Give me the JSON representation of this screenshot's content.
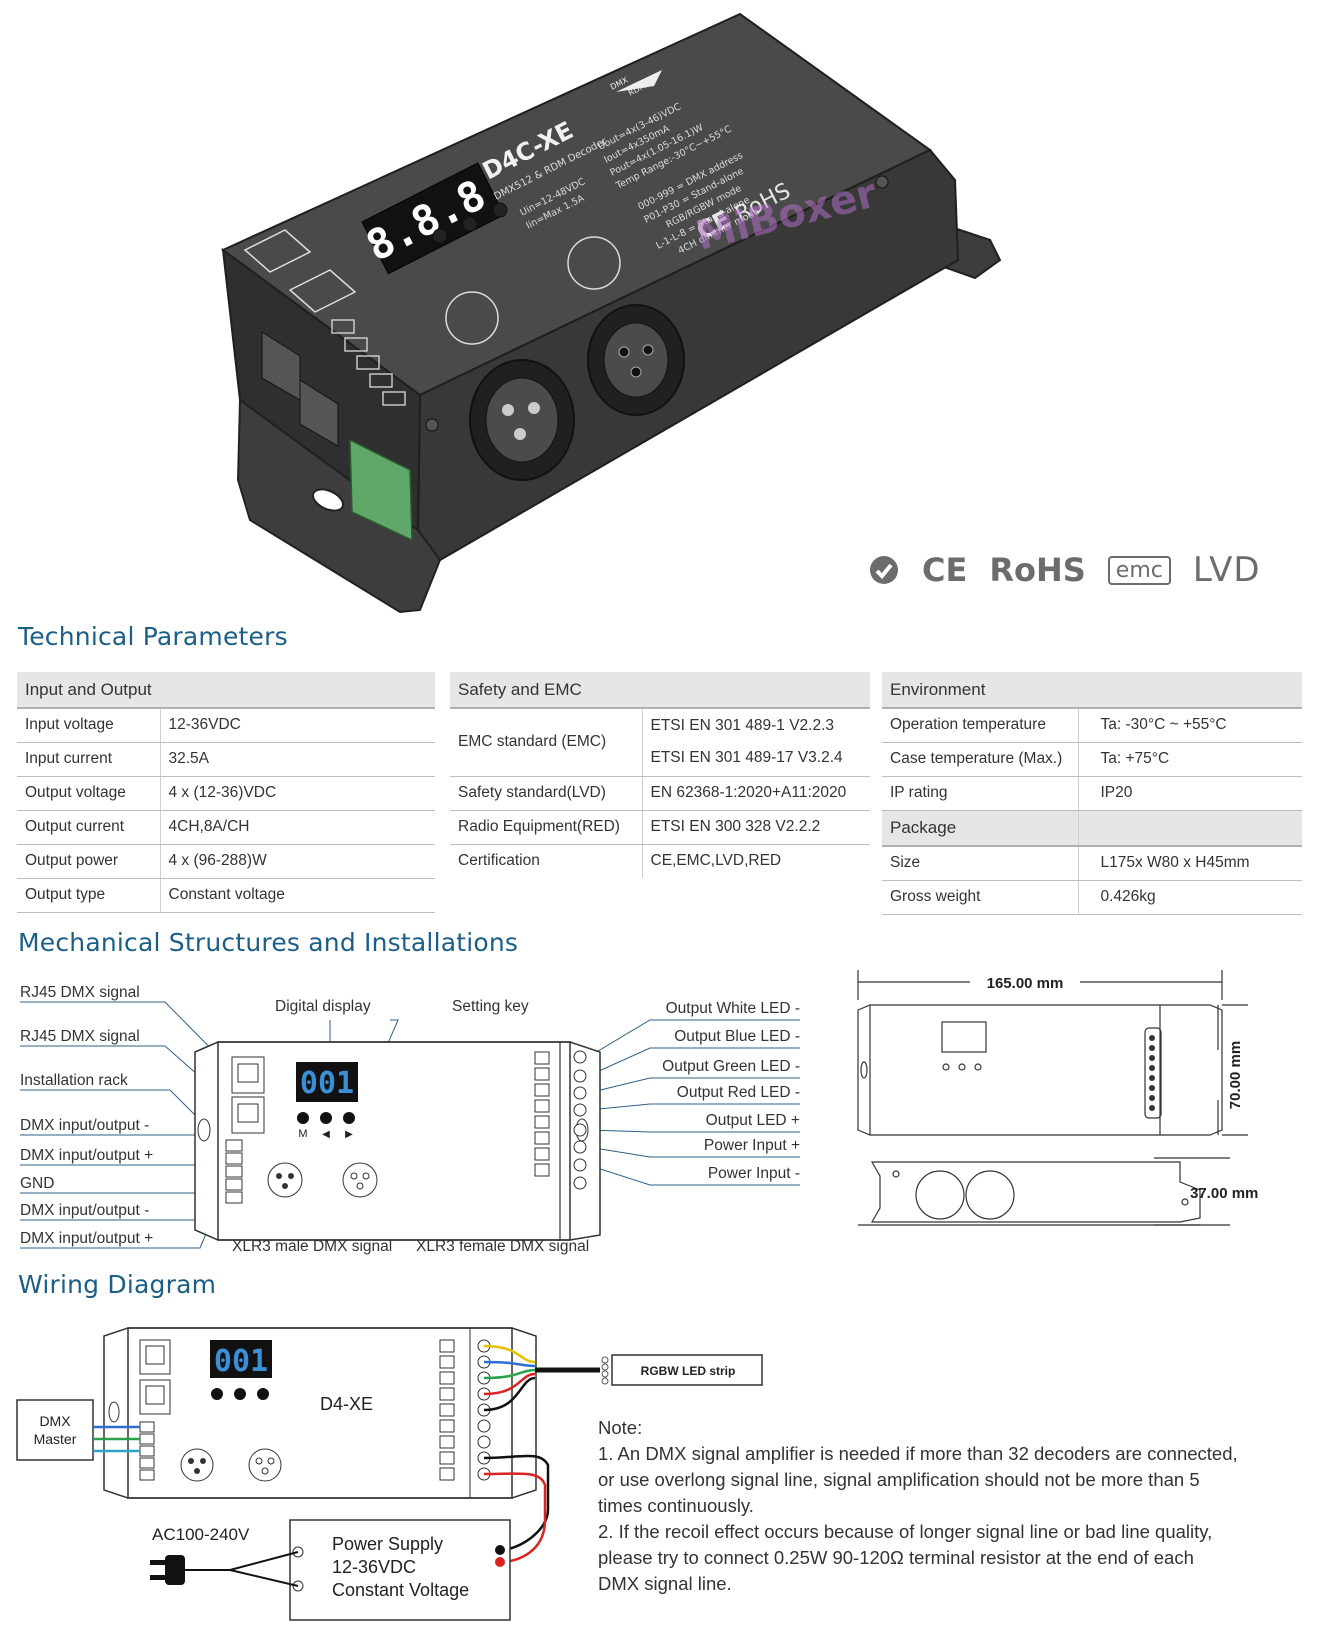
{
  "product": {
    "model": "D4C-XE",
    "subtitle": "DMX512 & RDM Decoder",
    "display": "8.8.8",
    "badge_dmx": "DMX",
    "badge_rdm": "RDM",
    "brand_watermark": "MiBoxer",
    "rohs": "RoHS",
    "specs_left": [
      "Uin=12-48VDC",
      "Iin=Max 1.5A"
    ],
    "specs_right": [
      "Uout=4x(3-46)VDC",
      "Iout=4x350mA",
      "Pout=4x(1.05-16.1)W",
      "Temp Range:-30°C~+55°C"
    ],
    "modes": [
      "000-999 = DMX address",
      "P01-P30 = Stand-alone",
      "RGB/RGBW mode",
      "L-1-L-8 = Stand-alone",
      "4CH dimmer mode"
    ]
  },
  "cert_logos": {
    "ce": "CE",
    "rohs": "RoHS",
    "emc": "emc",
    "lvd": "LVD"
  },
  "technical": {
    "title": "Technical Parameters",
    "input_output": {
      "header": "Input and Output",
      "rows": [
        [
          "Input voltage",
          "12-36VDC"
        ],
        [
          "Input current",
          "32.5A"
        ],
        [
          "Output voltage",
          "4 x (12-36)VDC"
        ],
        [
          "Output current",
          "4CH,8A/CH"
        ],
        [
          "Output power",
          "4 x (96-288)W"
        ],
        [
          "Output type",
          "Constant voltage"
        ]
      ]
    },
    "safety": {
      "header": "Safety and EMC",
      "emc_label": "EMC standard (EMC)",
      "emc_values": [
        "ETSI EN 301 489-1 V2.2.3",
        "ETSI EN 301 489-17 V3.2.4"
      ],
      "rows": [
        [
          "Safety standard(LVD)",
          "EN 62368-1:2020+A11:2020"
        ],
        [
          "Radio Equipment(RED)",
          "ETSI EN 300 328 V2.2.2"
        ],
        [
          "Certification",
          "CE,EMC,LVD,RED"
        ]
      ]
    },
    "environment": {
      "header": "Environment",
      "rows": [
        [
          "Operation temperature",
          "Ta: -30°C ~ +55°C"
        ],
        [
          "Case temperature (Max.)",
          "Ta: +75°C"
        ],
        [
          "IP rating",
          "IP20"
        ]
      ]
    },
    "package": {
      "header": "Package",
      "rows": [
        [
          "Size",
          "L175x W80 x H45mm"
        ],
        [
          "Gross weight",
          "0.426kg"
        ]
      ]
    }
  },
  "mechanical": {
    "title": "Mechanical Structures and Installations",
    "display": "001",
    "left_labels": [
      "RJ45 DMX signal",
      "RJ45 DMX signal",
      "Installation rack",
      "DMX input/output -",
      "DMX input/output +",
      "GND",
      "DMX input/output -",
      "DMX input/output +"
    ],
    "top_labels": [
      "Digital display",
      "Setting key"
    ],
    "right_labels": [
      "Output White LED -",
      "Output Blue LED -",
      "Output Green LED -",
      "Output Red LED -",
      "Output LED +",
      "Power Input +",
      "Power Input -"
    ],
    "bottom_labels": [
      "XLR3 male DMX signal",
      "XLR3 female DMX signal"
    ],
    "key_labels": [
      "M",
      "◀",
      "▶"
    ],
    "dim_width": "165.00 mm",
    "dim_height": "70.00 mm",
    "dim_depth": "37.00 mm"
  },
  "wiring": {
    "title": "Wiring Diagram",
    "display": "001",
    "device_label": "D4-XE",
    "dmx_master": [
      "DMX",
      "Master"
    ],
    "strip": "RGBW LED strip",
    "ac": "AC100-240V",
    "psu": [
      "Power Supply",
      "12-36VDC",
      "Constant Voltage"
    ],
    "note_title": "Note:",
    "notes": [
      "1. An DMX signal amplifier is needed if more than 32 decoders are connected, or use overlong signal line, signal amplification should not be more than 5 times continuously.",
      "2. If the recoil effect occurs because of longer signal line or bad line quality, please try to connect 0.25W 90-120Ω terminal resistor at the end of each DMX signal line."
    ]
  }
}
